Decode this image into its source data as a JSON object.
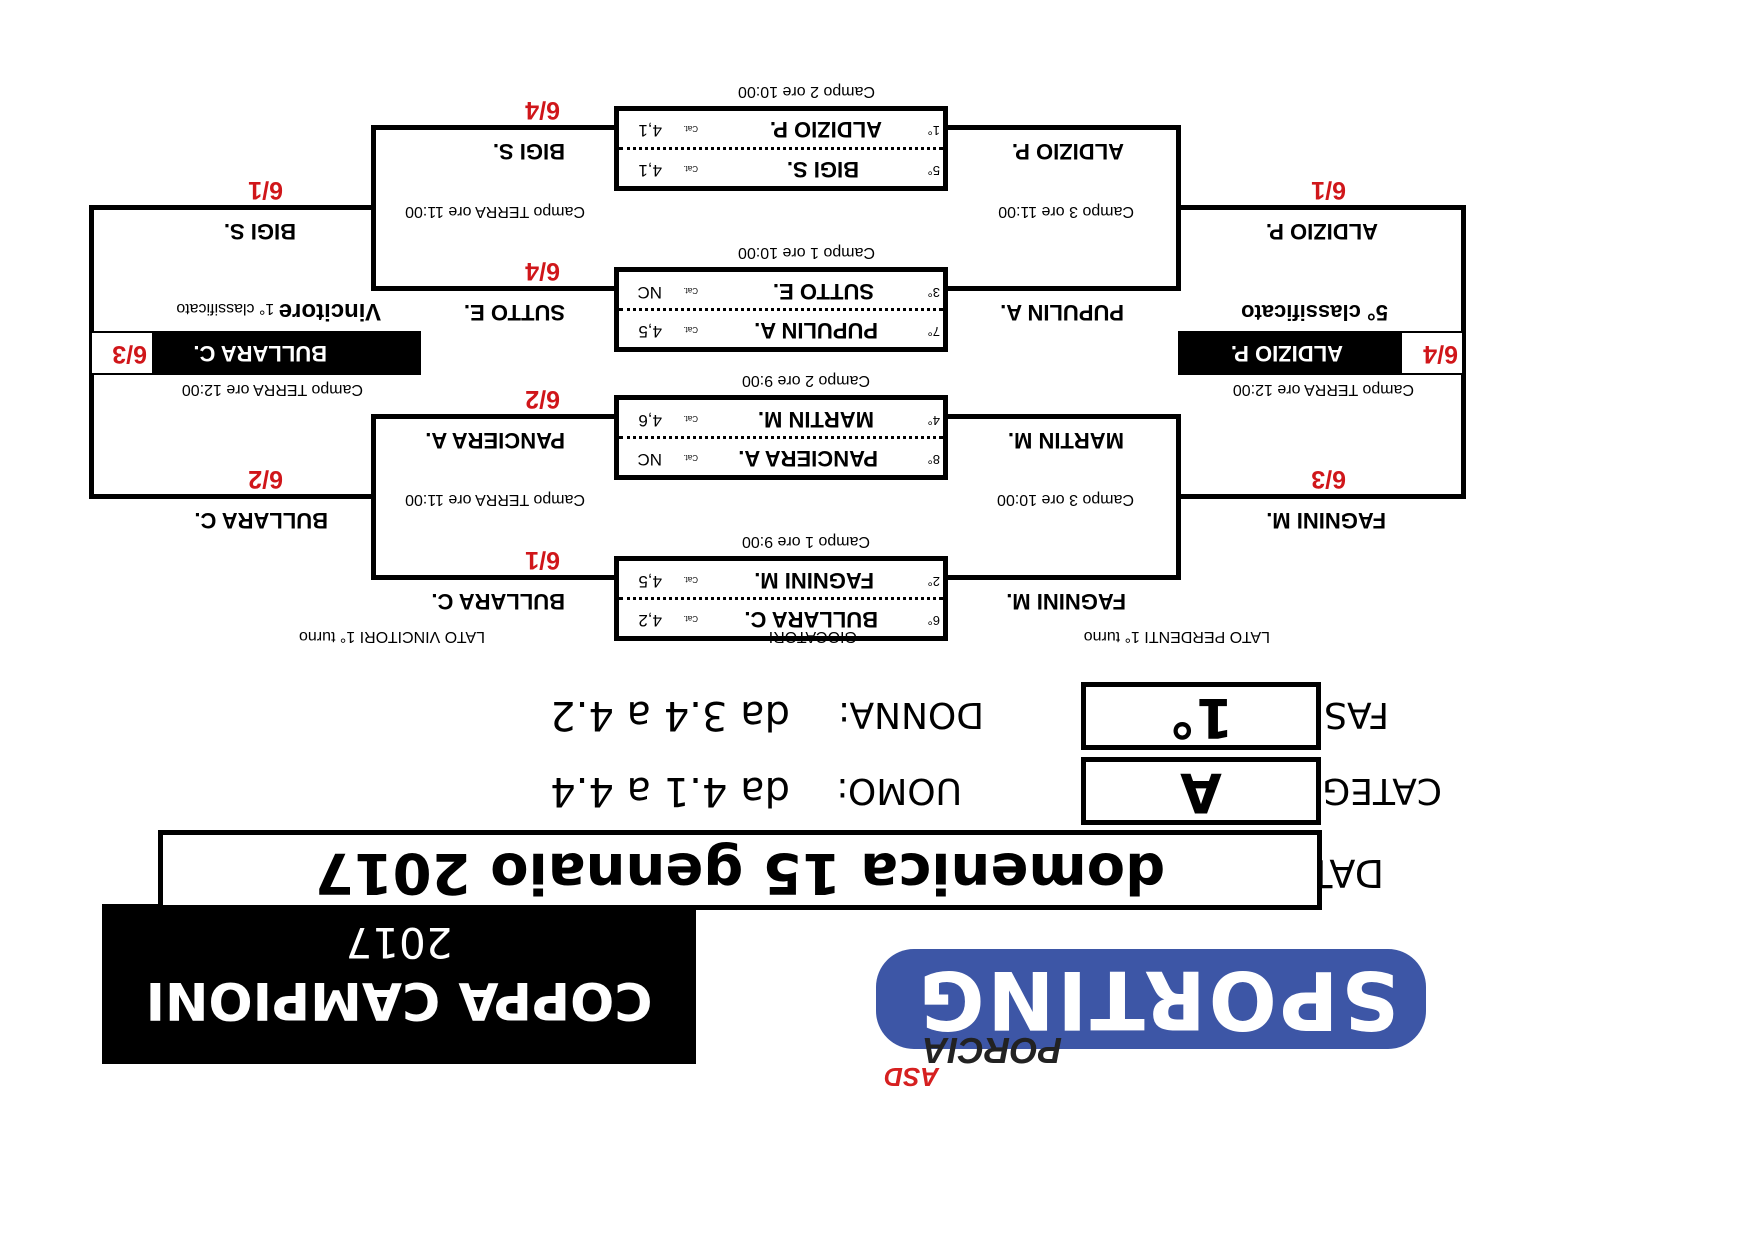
{
  "logo": {
    "brand": "SPORTING",
    "town": "PORCIA",
    "suffix": "ASD",
    "brand_color": "#3d56a6",
    "accent_color": "#d62020"
  },
  "title": {
    "line1": "COPPA CAMPIONI",
    "line2": "2017"
  },
  "info": {
    "data_label": "DATA",
    "data_value": "domenica 15 gennaio 2017",
    "categoria_label": "CATEGORIA",
    "categoria_value": "A",
    "fase_label": "FASE",
    "fase_value": "1°",
    "uomo_label": "UOMO:",
    "uomo_range": "da 4.1 a 4.4",
    "donna_label": "DONNA:",
    "donna_range": "da 3.4 a 4.2"
  },
  "headers": {
    "perdenti": "LATO PERDENTI 1° turno",
    "giocatori": "GIOCATORI",
    "vincitori": "LATO VINCITORI 1° turno"
  },
  "players": [
    {
      "seed": "1°",
      "name": "ALDIZIO P.",
      "cat": "Cat.",
      "level": "4,1"
    },
    {
      "seed": "5°",
      "name": "BIGI S.",
      "cat": "Cat.",
      "level": "4,1"
    },
    {
      "seed": "3°",
      "name": "SUTTO E.",
      "cat": "Cat.",
      "level": "NC"
    },
    {
      "seed": "7°",
      "name": "PUPULIN A.",
      "cat": "Cat.",
      "level": "4,5"
    },
    {
      "seed": "4°",
      "name": "MARTIN M.",
      "cat": "Cat.",
      "level": "4,6"
    },
    {
      "seed": "8°",
      "name": "PANCIERA A.",
      "cat": "Cat.",
      "level": "NC"
    },
    {
      "seed": "2°",
      "name": "FAGNINI M.",
      "cat": "Cat.",
      "level": "4,5"
    },
    {
      "seed": "6°",
      "name": "BULLARA C.",
      "cat": "Cat.",
      "level": "4,2"
    }
  ],
  "match_times": [
    "Campo 2 ore 10:00",
    "Campo 1 ore 10:00",
    "Campo 2 ore 9:00",
    "Campo 1 ore 9:00"
  ],
  "perdenti": {
    "r1": [
      {
        "name": "ALDIZIO P."
      },
      {
        "name": "PUPULIN A."
      },
      {
        "name": "MARTIN M."
      },
      {
        "name": "FAGNINI M."
      }
    ],
    "r1_times": [
      "Campo 3 ore 11:00",
      "Campo 3 ore 10:00"
    ],
    "semi": [
      {
        "name": "ALDIZIO P.",
        "score": "6/1"
      },
      {
        "name": "FAGNINI M.",
        "score": "6/3"
      }
    ],
    "final_time": "Campo TERRA ore 12:00",
    "winner": {
      "label": "5° classificato",
      "name": "ALDIZIO P.",
      "score": "6/4"
    }
  },
  "vincitori": {
    "r1": [
      {
        "name": "BIGI S.",
        "score": "6/4"
      },
      {
        "name": "SUTTO E.",
        "score": "6/4"
      },
      {
        "name": "PANCIERA A.",
        "score": "6/2"
      },
      {
        "name": "BULLARA C.",
        "score": "6/1"
      }
    ],
    "r1_times": [
      "Campo TERRA ore 11:00",
      "Campo TERRA ore 11:00"
    ],
    "semi": [
      {
        "name": "BIGI S.",
        "score": "6/1"
      },
      {
        "name": "BULLARA C.",
        "score": "6/2"
      }
    ],
    "final_time": "Campo TERRA ore 12:00",
    "winner": {
      "label_bold": "Vincitore",
      "label_rest": " 1° classificato",
      "name": "BULLARA C.",
      "score": "6/3"
    }
  }
}
